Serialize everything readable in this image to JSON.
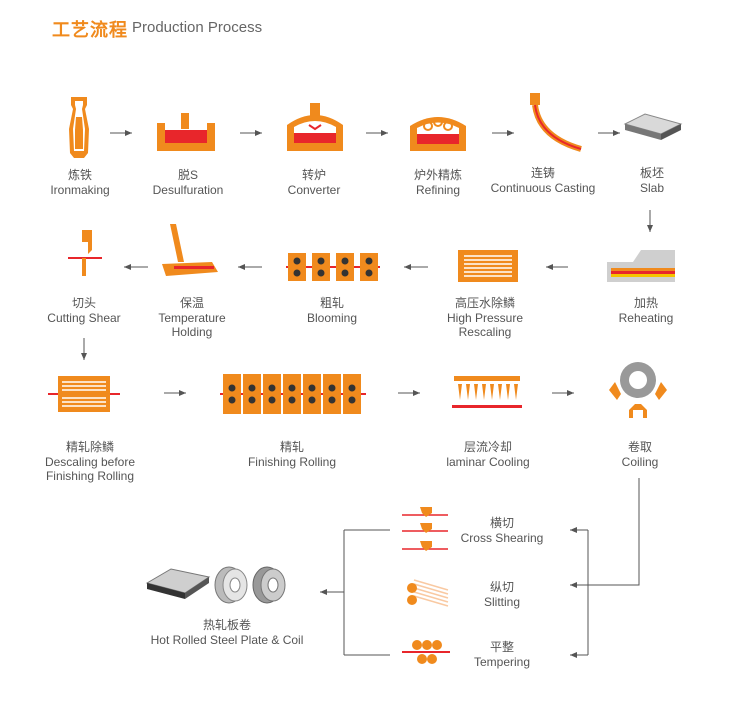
{
  "header": {
    "title_cn": "工艺流程",
    "title_en": "Production Process"
  },
  "steps": {
    "ironmaking": {
      "cn": "炼铁",
      "en": "Ironmaking"
    },
    "desulfuration": {
      "cn": "脱S",
      "en": "Desulfuration"
    },
    "converter": {
      "cn": "转炉",
      "en": "Converter"
    },
    "refining": {
      "cn": "炉外精炼",
      "en": "Refining"
    },
    "continuous_casting": {
      "cn": "连铸",
      "en": "Continuous Casting"
    },
    "slab": {
      "cn": "板坯",
      "en": "Slab"
    },
    "reheating": {
      "cn": "加热",
      "en": "Reheating"
    },
    "hp_rescaling": {
      "cn": "高压水除鳞",
      "en1": "High Pressure",
      "en2": "Rescaling"
    },
    "blooming": {
      "cn": "粗轧",
      "en": "Blooming"
    },
    "temp_holding": {
      "cn": "保温",
      "en1": "Temperature",
      "en2": "Holding"
    },
    "cutting_shear": {
      "cn": "切头",
      "en": "Cutting Shear"
    },
    "descaling_before": {
      "cn": "精轧除鳞",
      "en1": "Descaling before",
      "en2": "Finishing Rolling"
    },
    "finishing_rolling": {
      "cn": "精轧",
      "en": "Finishing Rolling"
    },
    "laminar_cooling": {
      "cn": "层流冷却",
      "en": "laminar Cooling"
    },
    "coiling": {
      "cn": "卷取",
      "en": "Coiling"
    },
    "cross_shearing": {
      "cn": "横切",
      "en": "Cross Shearing"
    },
    "slitting": {
      "cn": "纵切",
      "en": "Slitting"
    },
    "tempering": {
      "cn": "平整",
      "en": "Tempering"
    },
    "product": {
      "cn": "热轧板卷",
      "en": "Hot Rolled Steel Plate & Coil"
    }
  },
  "colors": {
    "orange": "#f08a1d",
    "red": "#e8262b",
    "arrow": "#555555",
    "steel": "#9a9a9a"
  }
}
